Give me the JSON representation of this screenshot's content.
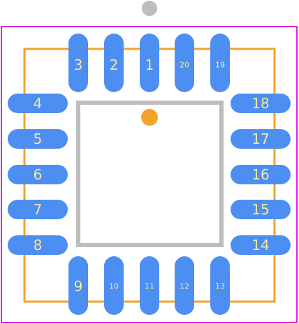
{
  "colors": {
    "board_outline": "#dd22dd",
    "silkscreen": "#f5a328",
    "pad": "#4d8ef2",
    "pad_text": "#f2e9a0",
    "body_outline": "#bdbdbd",
    "pin1_marker": "#f5a328",
    "origin_marker": "#bdbdbd"
  },
  "pads": {
    "top": [
      "3",
      "2",
      "1",
      "20",
      "19"
    ],
    "left": [
      "4",
      "5",
      "6",
      "7",
      "8"
    ],
    "right": [
      "18",
      "17",
      "16",
      "15",
      "14"
    ],
    "bottom": [
      "9",
      "10",
      "11",
      "12",
      "13"
    ]
  }
}
